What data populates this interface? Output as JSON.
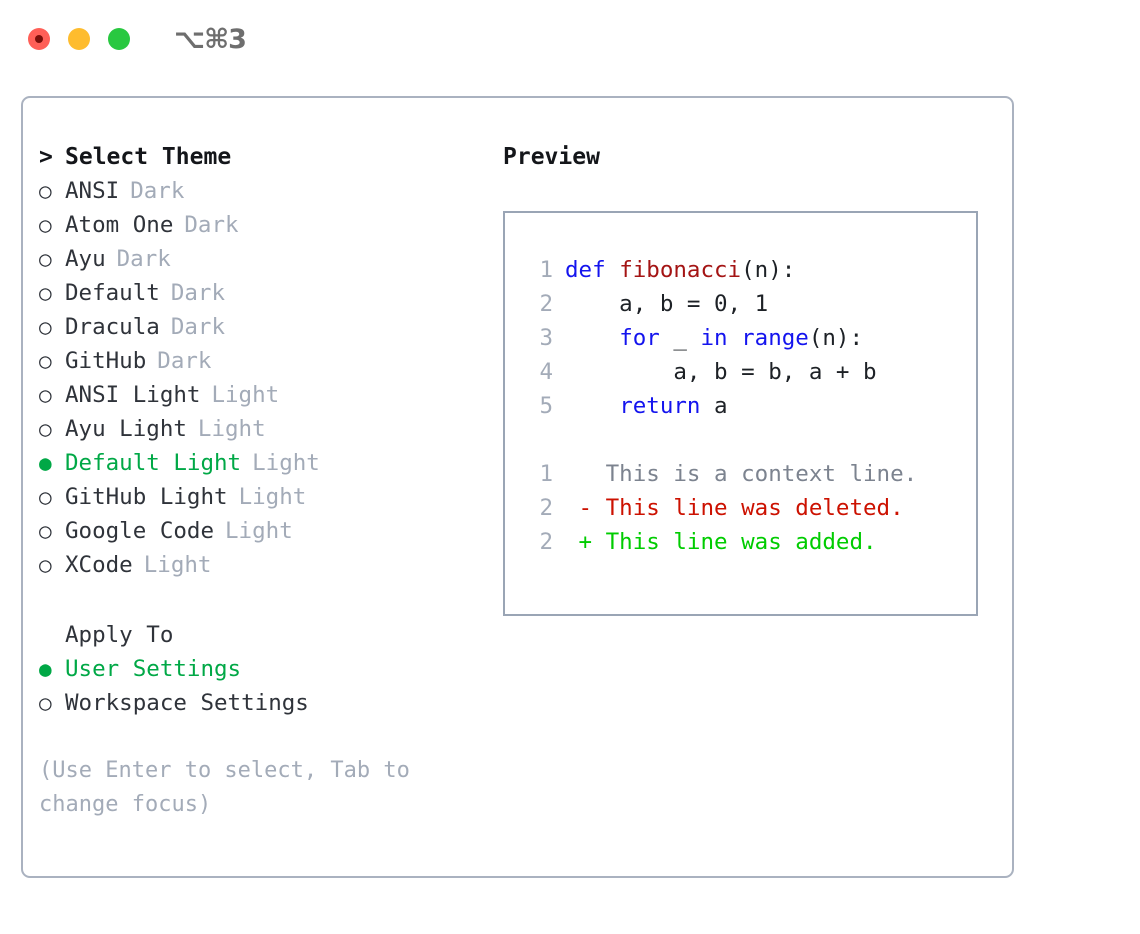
{
  "titlebar": {
    "shortcut": "⌥⌘3",
    "lights": [
      {
        "name": "close",
        "color": "#ff5f57"
      },
      {
        "name": "minimize",
        "color": "#febc2e"
      },
      {
        "name": "zoom",
        "color": "#28c840"
      }
    ]
  },
  "theme_list": {
    "header_marker": ">",
    "header": "Select Theme",
    "marker_selected": "●",
    "marker_unselected": "○",
    "selected_color": "#00a846",
    "badge_color": "#a3abb8",
    "items": [
      {
        "name": "ANSI",
        "badge": "Dark",
        "selected": false
      },
      {
        "name": "Atom One",
        "badge": "Dark",
        "selected": false
      },
      {
        "name": "Ayu",
        "badge": "Dark",
        "selected": false
      },
      {
        "name": "Default",
        "badge": "Dark",
        "selected": false
      },
      {
        "name": "Dracula",
        "badge": "Dark",
        "selected": false
      },
      {
        "name": "GitHub",
        "badge": "Dark",
        "selected": false
      },
      {
        "name": "ANSI Light",
        "badge": "Light",
        "selected": false
      },
      {
        "name": "Ayu Light",
        "badge": "Light",
        "selected": false
      },
      {
        "name": "Default Light",
        "badge": "Light",
        "selected": true
      },
      {
        "name": "GitHub Light",
        "badge": "Light",
        "selected": false
      },
      {
        "name": "Google Code",
        "badge": "Light",
        "selected": false
      },
      {
        "name": "XCode",
        "badge": "Light",
        "selected": false
      }
    ]
  },
  "apply_to": {
    "header": "Apply To",
    "items": [
      {
        "name": "User Settings",
        "selected": true
      },
      {
        "name": "Workspace Settings",
        "selected": false
      }
    ]
  },
  "hint": "(Use Enter to select, Tab to change focus)",
  "preview": {
    "title": "Preview",
    "code_lines": [
      {
        "num": "1",
        "tokens": [
          {
            "t": "def",
            "c": "kw"
          },
          {
            "t": " ",
            "c": "pl"
          },
          {
            "t": "fibonacci",
            "c": "fn"
          },
          {
            "t": "(n):",
            "c": "pl"
          }
        ]
      },
      {
        "num": "2",
        "tokens": [
          {
            "t": "    a, b = 0, 1",
            "c": "pl"
          }
        ]
      },
      {
        "num": "3",
        "tokens": [
          {
            "t": "    ",
            "c": "pl"
          },
          {
            "t": "for",
            "c": "kw"
          },
          {
            "t": " _ ",
            "c": "pl"
          },
          {
            "t": "in",
            "c": "kw"
          },
          {
            "t": " ",
            "c": "pl"
          },
          {
            "t": "range",
            "c": "kw"
          },
          {
            "t": "(n):",
            "c": "pl"
          }
        ]
      },
      {
        "num": "4",
        "tokens": [
          {
            "t": "        a, b = b, a + b",
            "c": "pl"
          }
        ]
      },
      {
        "num": "5",
        "tokens": [
          {
            "t": "    ",
            "c": "pl"
          },
          {
            "t": "return",
            "c": "kw"
          },
          {
            "t": " a",
            "c": "pl"
          }
        ]
      }
    ],
    "diff_lines": [
      {
        "num": "1",
        "sign": " ",
        "text": "This is a context line.",
        "kind": "ctx"
      },
      {
        "num": "2",
        "sign": "-",
        "text": "This line was deleted.",
        "kind": "del"
      },
      {
        "num": "2",
        "sign": "+",
        "text": "This line was added.",
        "kind": "add"
      }
    ],
    "diff_colors": {
      "context": "#7c838f",
      "deleted": "#cc1100",
      "added": "#00cc00"
    }
  }
}
